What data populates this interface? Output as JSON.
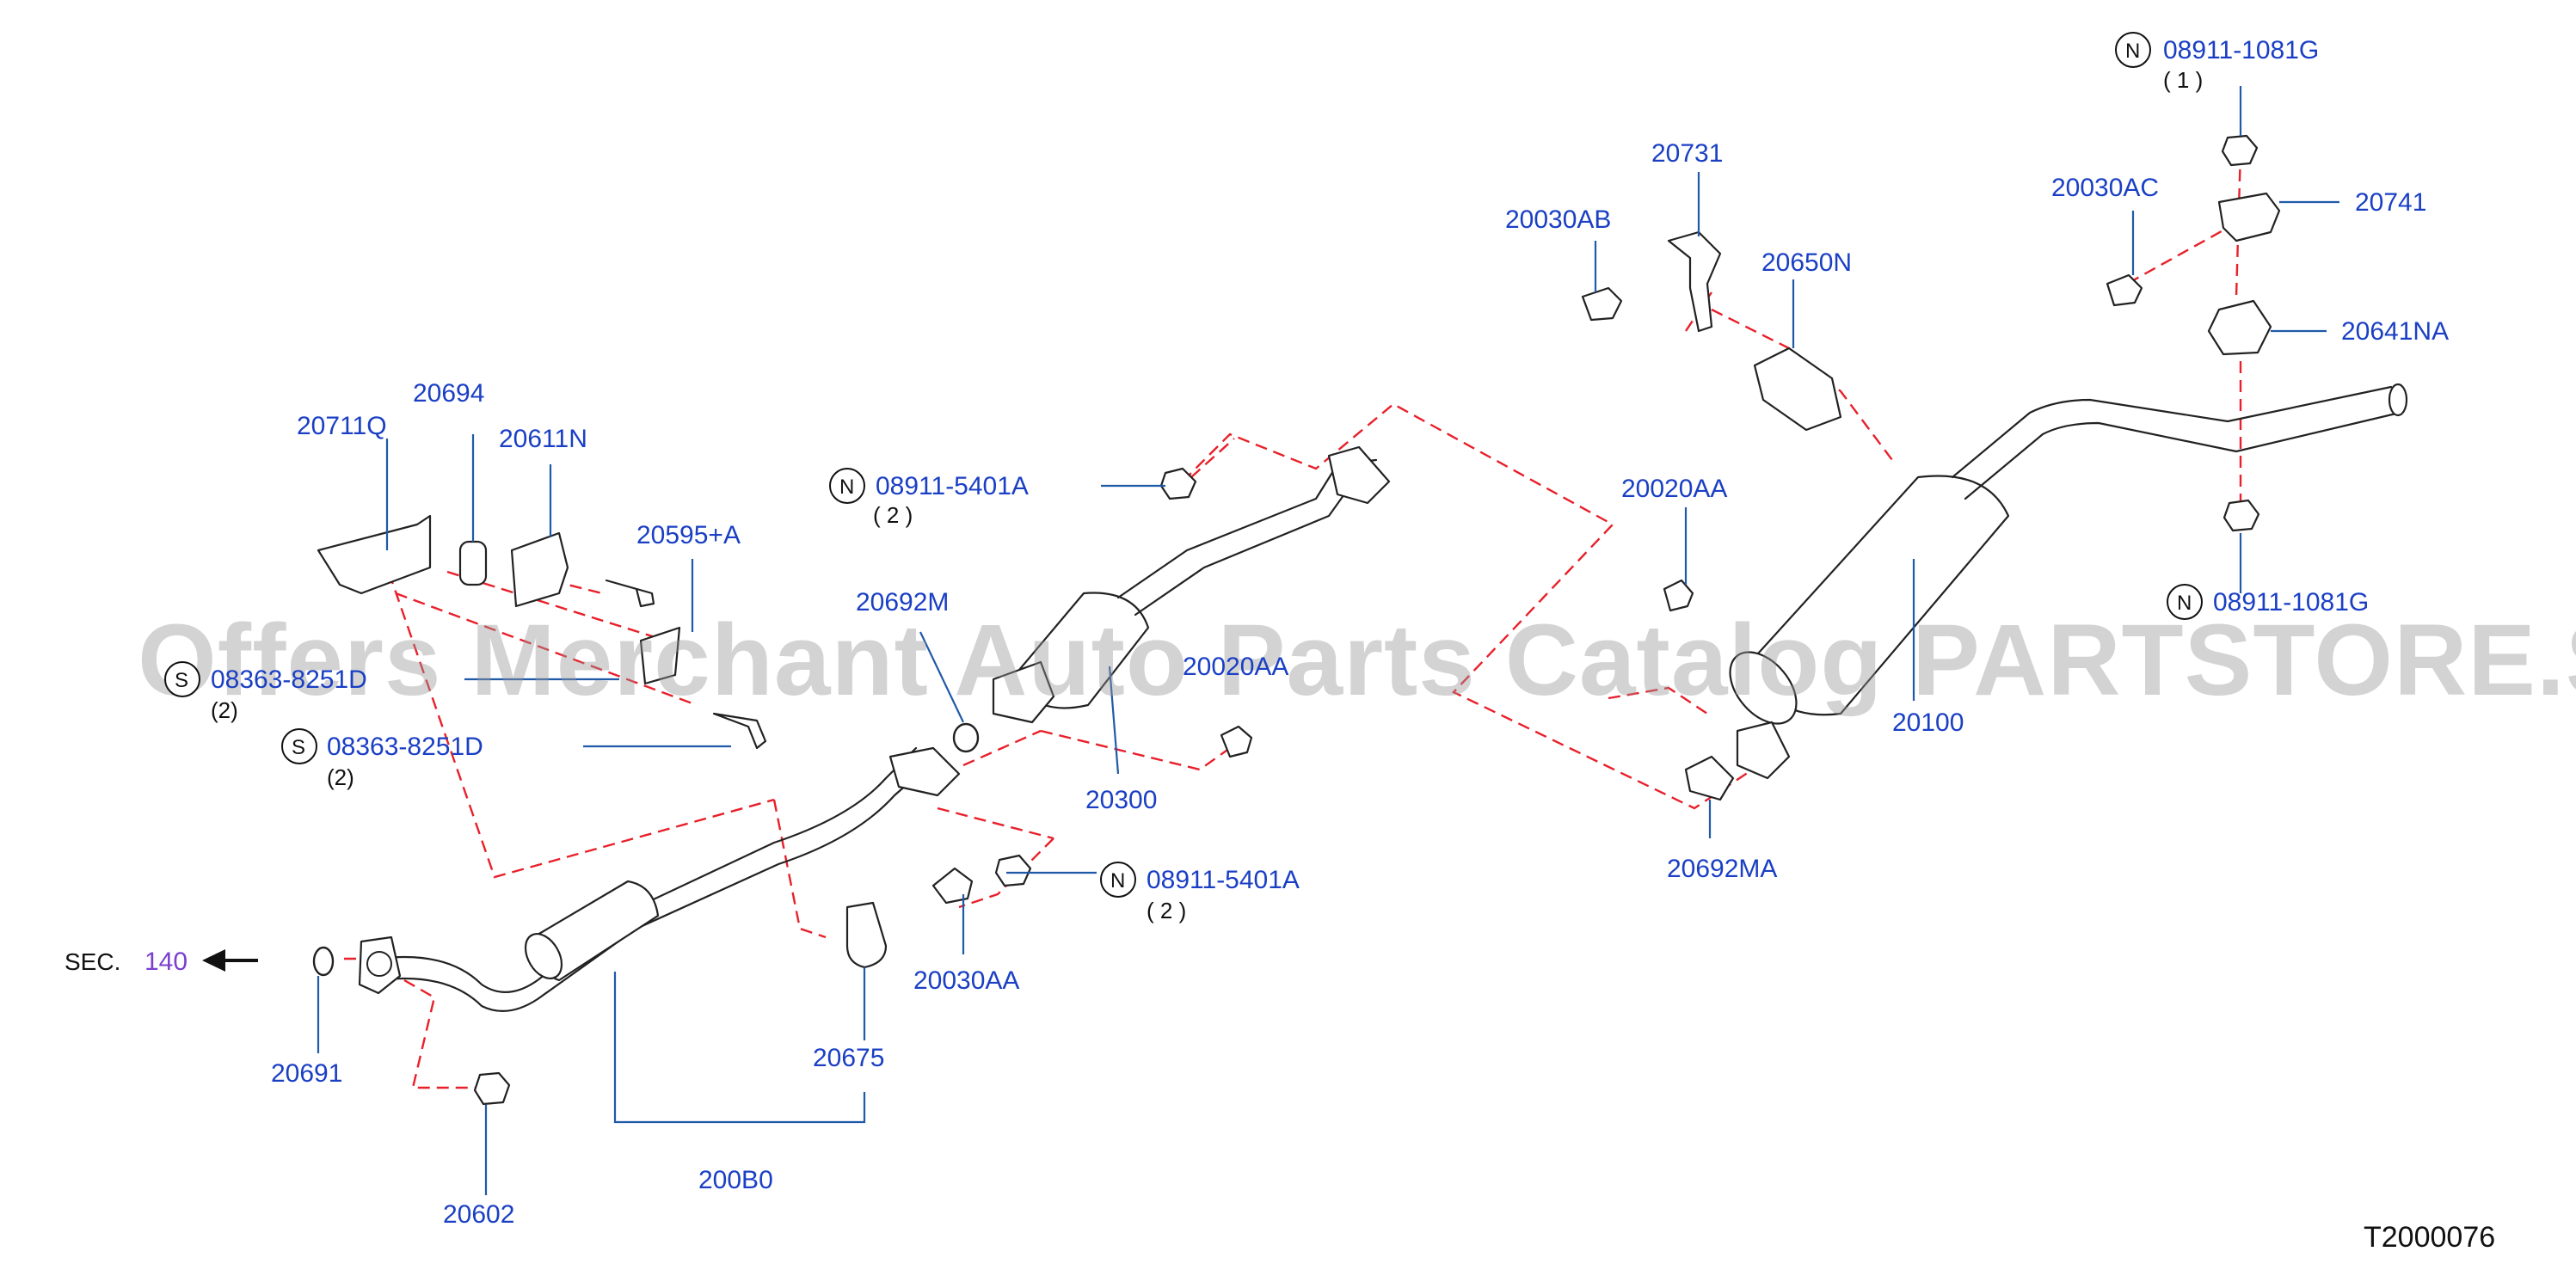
{
  "diagram": {
    "watermark": "Offers Merchant Auto Parts Catalog PARTSTORE.SA",
    "reference_code": "T2000076",
    "section_ref": {
      "prefix": "SEC.",
      "number": "140"
    },
    "colors": {
      "label": "#1a3fc4",
      "leader": "#1f5aa8",
      "dash": "#e8202a",
      "section": "#7a3fd0"
    },
    "parts": [
      {
        "id": "p20711Q",
        "number": "20711Q"
      },
      {
        "id": "p20694",
        "number": "20694"
      },
      {
        "id": "p20611N",
        "number": "20611N"
      },
      {
        "id": "p20595A",
        "number": "20595+A"
      },
      {
        "id": "s1",
        "symbol": "S",
        "number": "08363-8251D",
        "qty": "(2)"
      },
      {
        "id": "s2",
        "symbol": "S",
        "number": "08363-8251D",
        "qty": "(2)"
      },
      {
        "id": "n1",
        "symbol": "N",
        "number": "08911-5401A",
        "qty": "( 2 )"
      },
      {
        "id": "p20692M",
        "number": "20692M"
      },
      {
        "id": "p20020AA_a",
        "number": "20020AA"
      },
      {
        "id": "p20300",
        "number": "20300"
      },
      {
        "id": "n2",
        "symbol": "N",
        "number": "08911-5401A",
        "qty": "( 2 )"
      },
      {
        "id": "p20030AA",
        "number": "20030AA"
      },
      {
        "id": "p20675",
        "number": "20675"
      },
      {
        "id": "p20691",
        "number": "20691"
      },
      {
        "id": "p20602",
        "number": "20602"
      },
      {
        "id": "p200B0",
        "number": "200B0"
      },
      {
        "id": "p20731",
        "number": "20731"
      },
      {
        "id": "p20030AB",
        "number": "20030AB"
      },
      {
        "id": "p20650N",
        "number": "20650N"
      },
      {
        "id": "p20020AA_b",
        "number": "20020AA"
      },
      {
        "id": "p20100",
        "number": "20100"
      },
      {
        "id": "p20692MA",
        "number": "20692MA"
      },
      {
        "id": "n3",
        "symbol": "N",
        "number": "08911-1081G",
        "qty": "( 1 )"
      },
      {
        "id": "p20030AC",
        "number": "20030AC"
      },
      {
        "id": "p20741",
        "number": "20741"
      },
      {
        "id": "p20641NA",
        "number": "20641NA"
      },
      {
        "id": "n4",
        "symbol": "N",
        "number": "08911-1081G",
        "qty": ""
      }
    ]
  }
}
